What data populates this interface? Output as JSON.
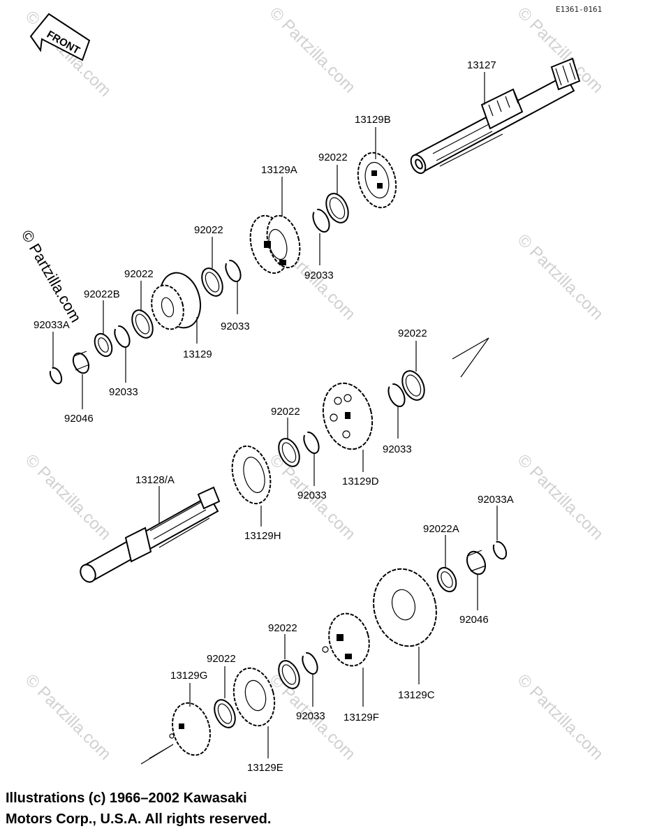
{
  "diagram_code": "E1361-0161",
  "front_label": "FRONT",
  "watermark": "© Partzilla.com",
  "labels": {
    "p13127": "13127",
    "p13129B": "13129B",
    "p92022_a": "92022",
    "p13129A": "13129A",
    "p92022_b": "92022",
    "p92033_a": "92033",
    "p92022_c": "92022",
    "p92022B": "92022B",
    "p92033_b": "92033",
    "p92033A_a": "92033A",
    "p13129": "13129",
    "p92033_c": "92033",
    "p92046_a": "92046",
    "p92022_d": "92022",
    "p92022_e": "92022",
    "p92033_d": "92033",
    "p13129D": "13129D",
    "p92033_e": "92033",
    "p13128A": "13128/A",
    "p13129H": "13129H",
    "p92033A_b": "92033A",
    "p92022A": "92022A",
    "p92046_b": "92046",
    "p92022_f": "92022",
    "p92022_g": "92022",
    "p13129G": "13129G",
    "p92033_f": "92033",
    "p13129F": "13129F",
    "p13129C": "13129C",
    "p13129E": "13129E"
  },
  "copyright": {
    "line1": "Illustrations (c) 1966–2002 Kawasaki",
    "line2": "Motors Corp., U.S.A.  All rights reserved."
  }
}
